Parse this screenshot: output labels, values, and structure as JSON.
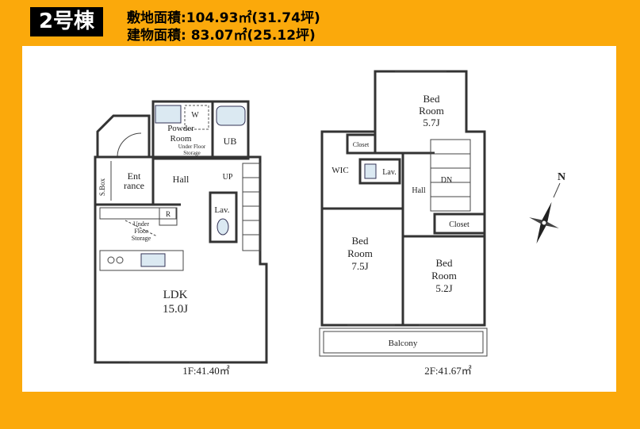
{
  "header": {
    "building": "2号棟",
    "site_area": "敷地面積:104.93㎡(31.74坪)",
    "floor_area": "建物面積: 83.07㎡(25.12坪)"
  },
  "floor1": {
    "rooms": {
      "powder_room": [
        "Powder",
        "Room"
      ],
      "under_floor_storage_1": [
        "Under Floor",
        "Storage"
      ],
      "w": "W",
      "ub": "UB",
      "ent": [
        "Ent",
        "rance"
      ],
      "sbox": "S.Box",
      "hall": "Hall",
      "up": "UP",
      "lav": "Lav.",
      "r": "R",
      "under_floor_storage_2": [
        "Under",
        "Floor",
        "Storage"
      ],
      "ldk": [
        "LDK",
        "15.0J"
      ]
    },
    "area": "1F:41.40㎡"
  },
  "floor2": {
    "rooms": {
      "bed1": [
        "Bed",
        "Room",
        "5.7J"
      ],
      "closet1": "Closet",
      "wic": "WIC",
      "lav": "Lav.",
      "hall": "Hall",
      "dn": "DN",
      "closet2": "Closet",
      "bed2": [
        "Bed",
        "Room",
        "7.5J"
      ],
      "bed3": [
        "Bed",
        "Room",
        "5.2J"
      ],
      "balcony": "Balcony"
    },
    "area": "2F:41.67㎡"
  },
  "compass": {
    "north": "N"
  }
}
